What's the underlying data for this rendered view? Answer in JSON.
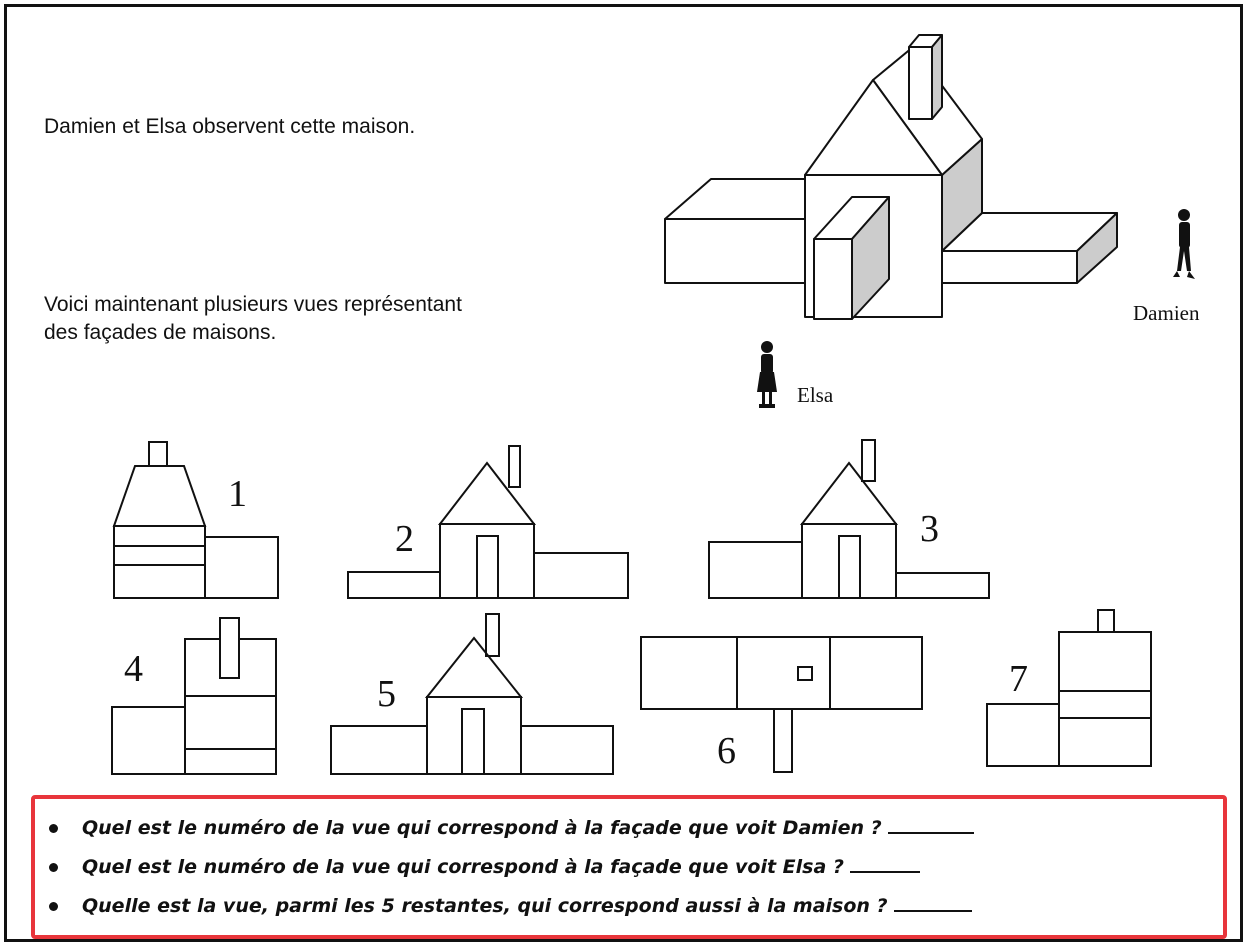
{
  "intro": {
    "observe": "Damien et Elsa observent cette maison.",
    "views_line1": "Voici maintenant plusieurs vues représentant",
    "views_line2": "des façades de maisons."
  },
  "people": {
    "damien": "Damien",
    "elsa": "Elsa"
  },
  "view_numbers": [
    "1",
    "2",
    "3",
    "4",
    "5",
    "6",
    "7"
  ],
  "questions": [
    "Quel est le numéro de la vue qui correspond à la façade que voit Damien ?",
    "Quel est le numéro de la vue qui correspond à la façade que voit Elsa ?",
    "Quelle est la vue, parmi les 5 restantes, qui correspond aussi à la maison ?"
  ],
  "colors": {
    "highlight_border": "#e8353b",
    "shade": "#cccccc"
  }
}
